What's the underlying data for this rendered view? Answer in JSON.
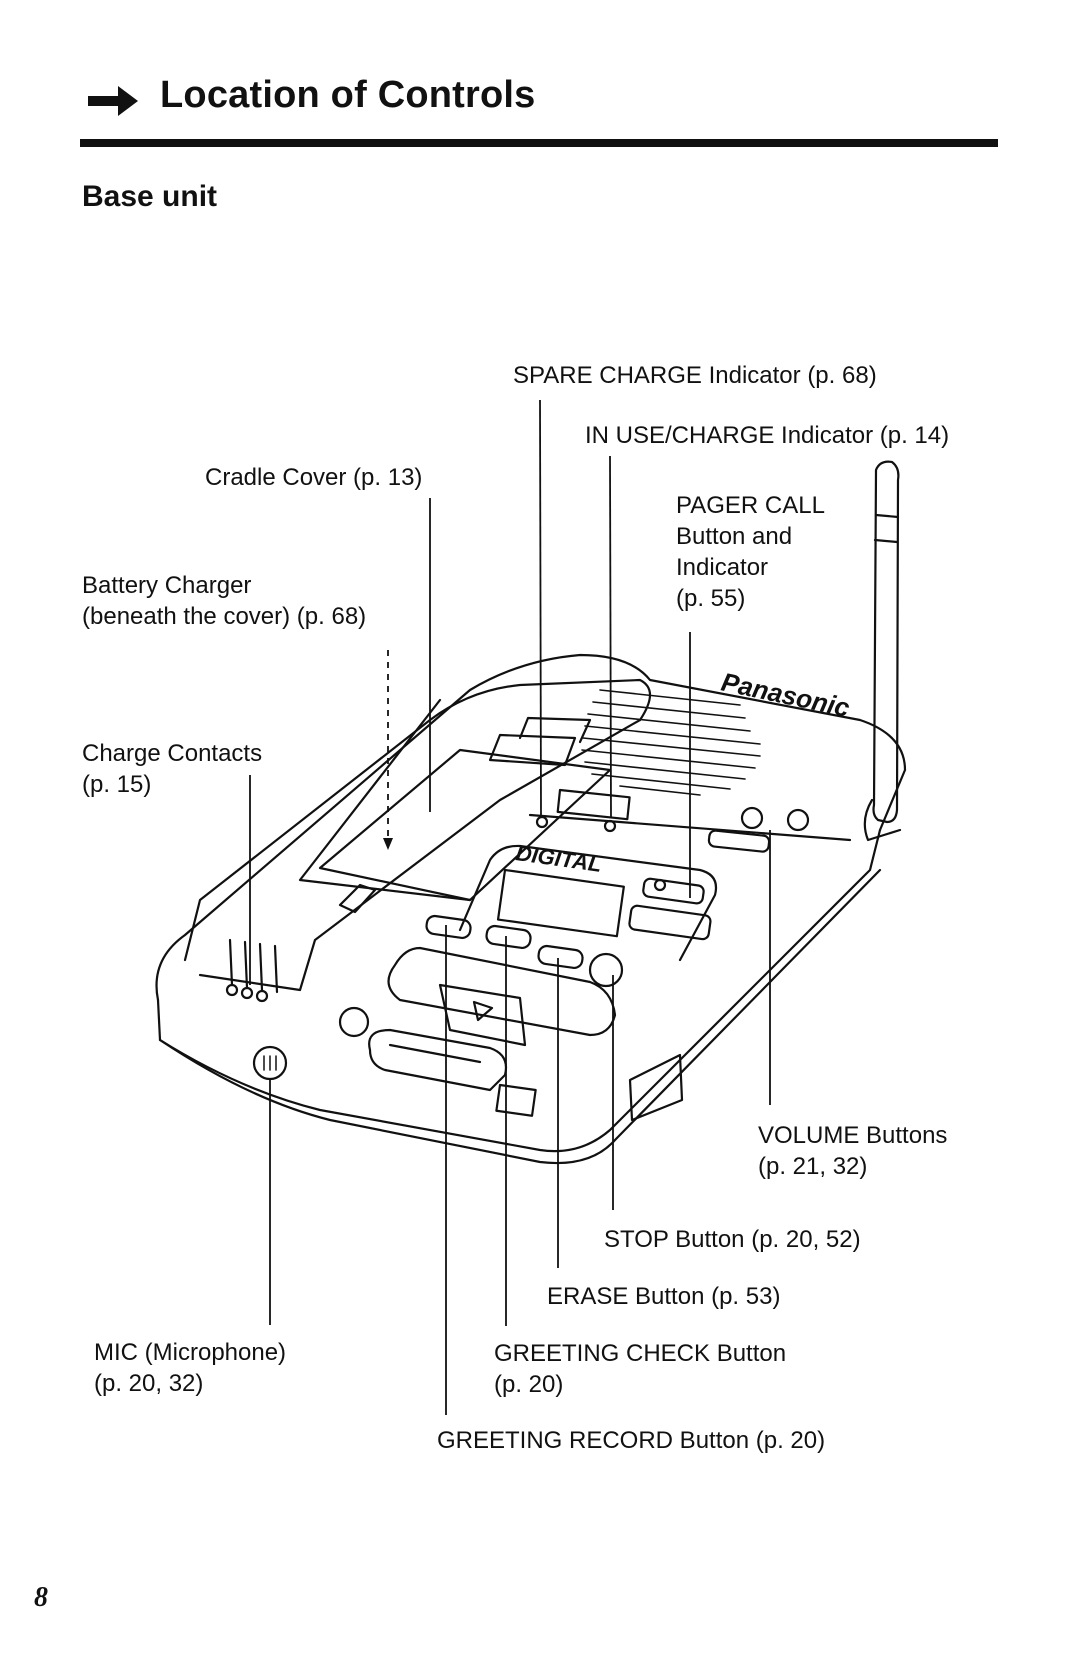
{
  "header": {
    "title": "Location of Controls",
    "subtitle": "Base unit",
    "arrow_icon": "right-arrow-icon"
  },
  "callouts": {
    "spare_charge": "SPARE CHARGE Indicator (p. 68)",
    "in_use_charge": "IN USE/CHARGE Indicator (p. 14)",
    "cradle_cover": "Cradle Cover (p. 13)",
    "pager_call": [
      "PAGER CALL",
      "Button and",
      "Indicator",
      "(p. 55)"
    ],
    "battery_charger": [
      "Battery Charger",
      "(beneath the cover) (p. 68)"
    ],
    "charge_contacts": [
      "Charge Contacts",
      "(p. 15)"
    ],
    "volume": [
      "VOLUME Buttons",
      "(p. 21, 32)"
    ],
    "stop": "STOP Button (p. 20, 52)",
    "erase": "ERASE Button (p. 53)",
    "mic": [
      "MIC (Microphone)",
      "(p. 20, 32)"
    ],
    "greeting_check": [
      "GREETING CHECK Button",
      "(p. 20)"
    ],
    "greeting_record": "GREETING RECORD Button (p. 20)"
  },
  "device_markings": {
    "brand": "Panasonic",
    "digital": "DIGITAL"
  },
  "footer": {
    "page_number": "8"
  }
}
